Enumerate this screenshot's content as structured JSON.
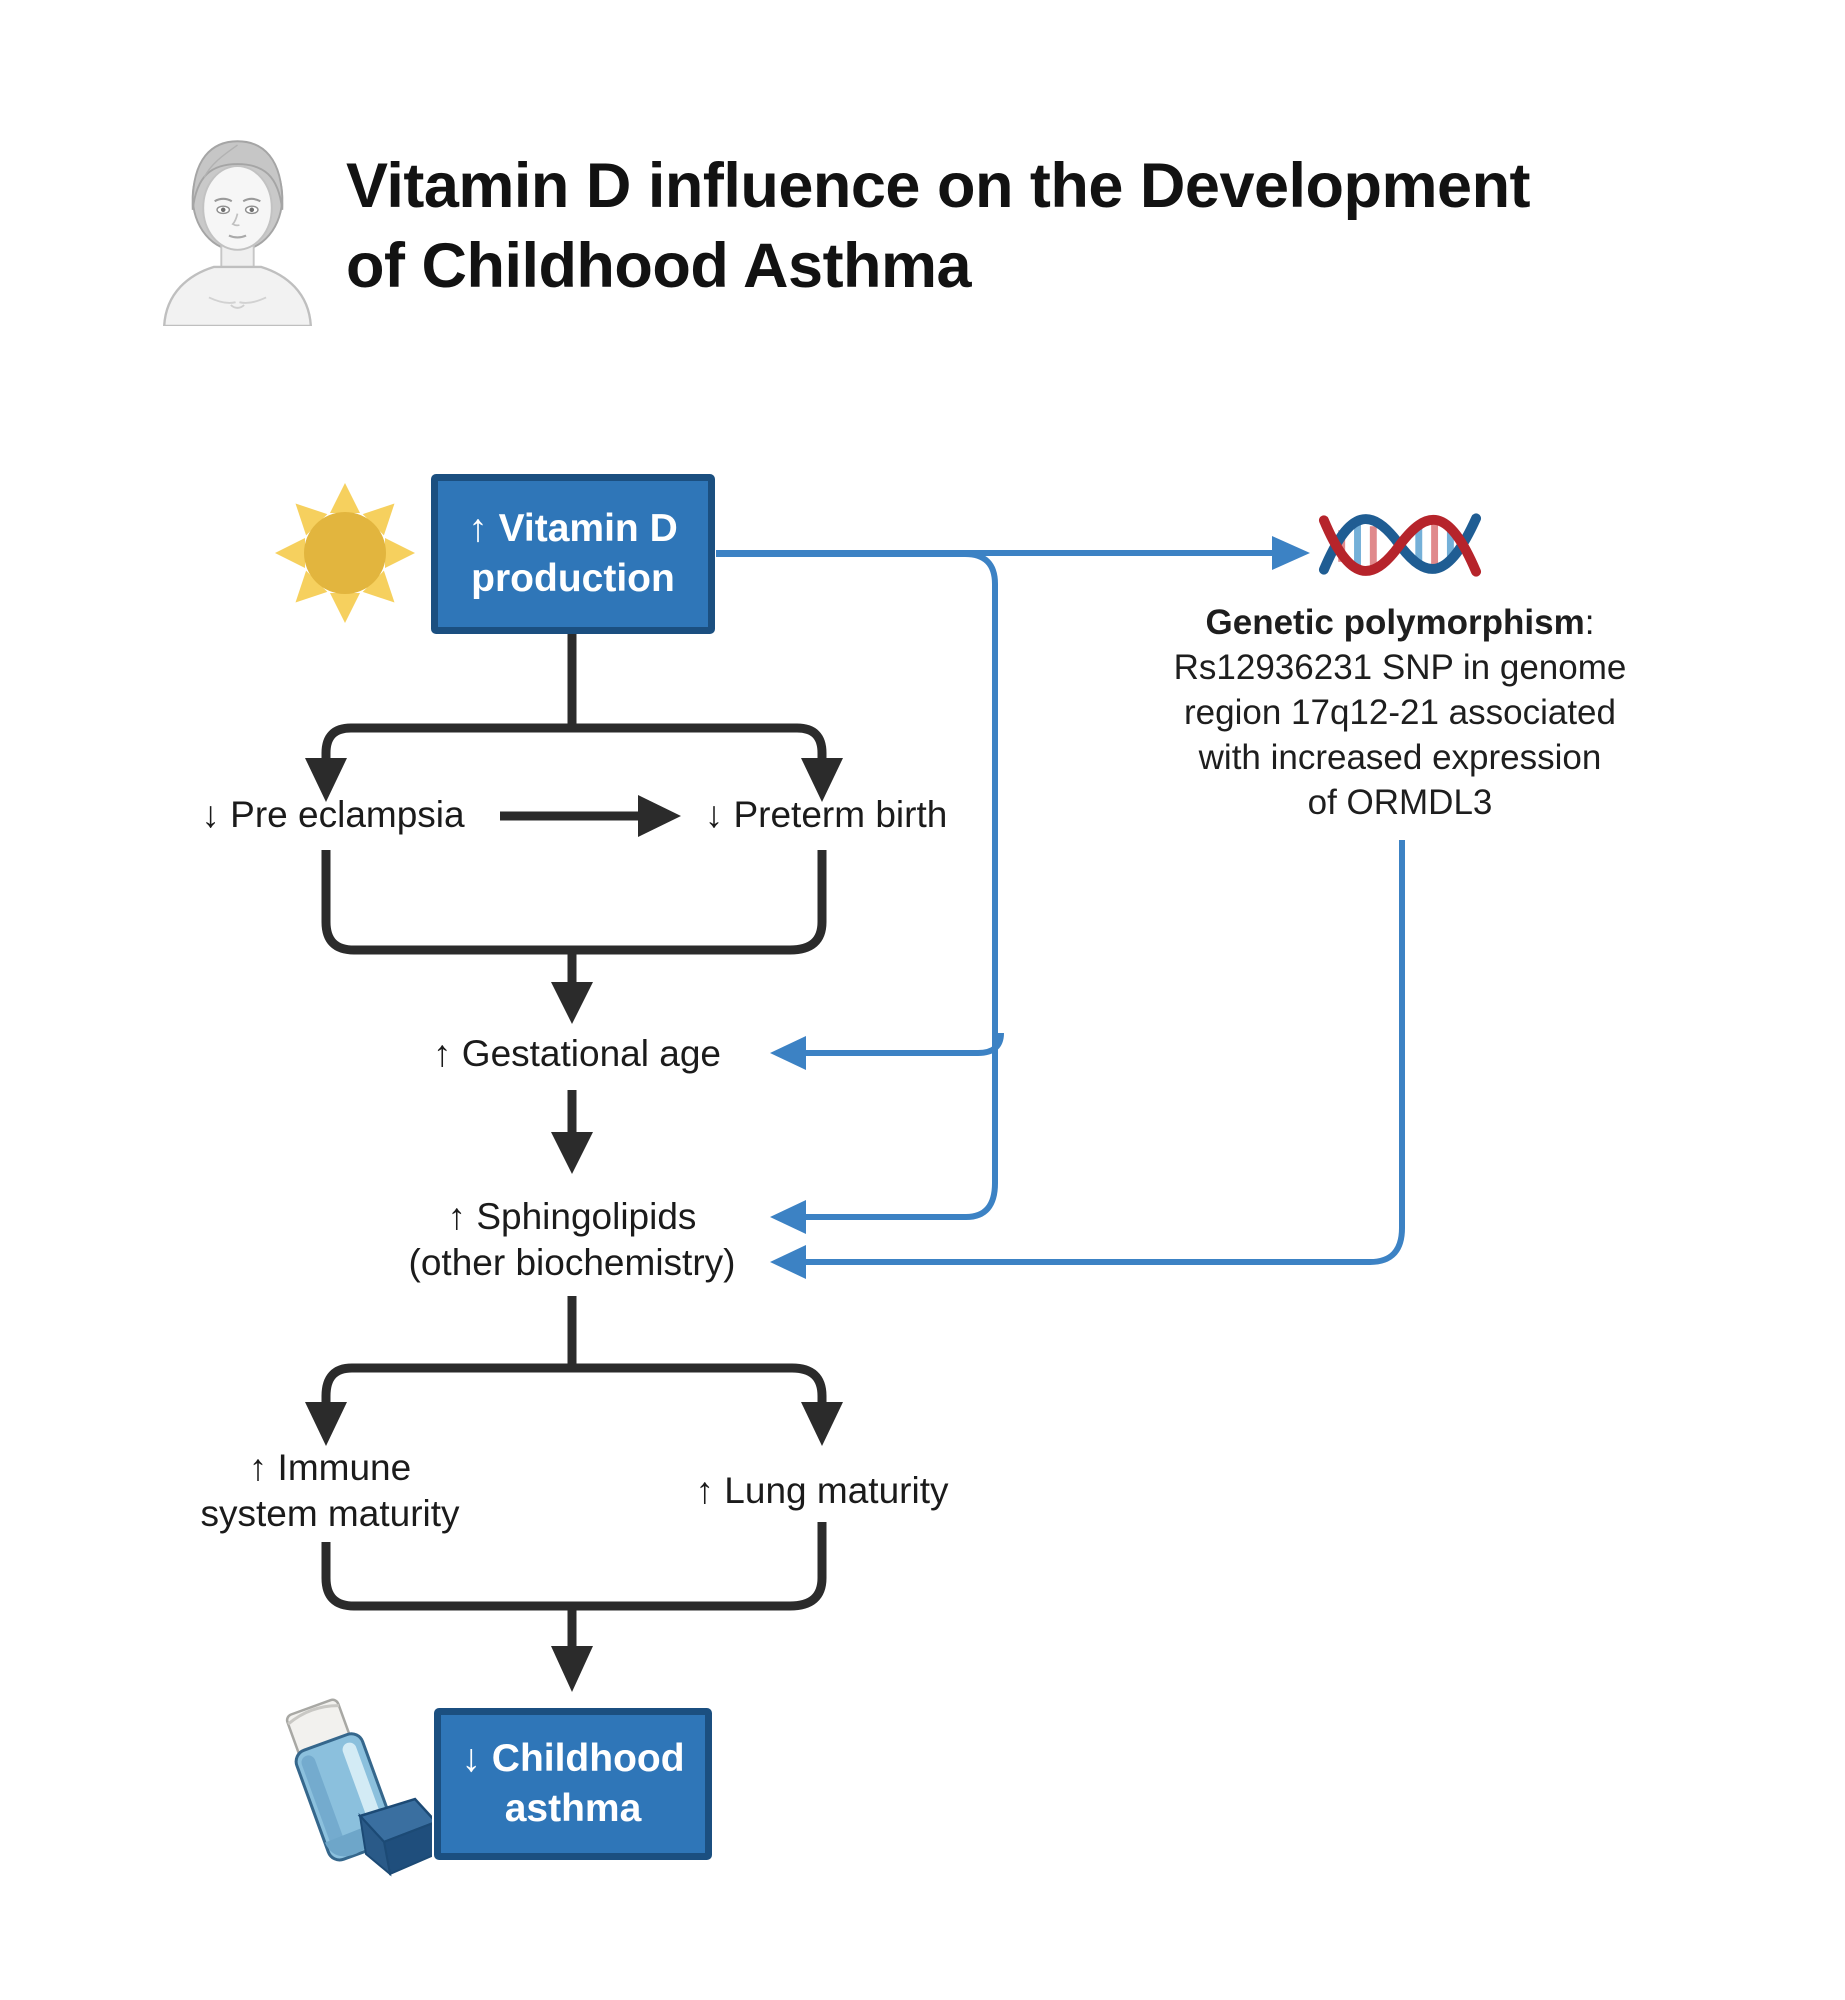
{
  "header": {
    "title_line1": "Vitamin D influence on the Development",
    "title_line2": "of Childhood Asthma"
  },
  "flow": {
    "vitamin_d_line1": "↑ Vitamin D",
    "vitamin_d_line2": "production",
    "pre_eclampsia": "↓ Pre eclampsia",
    "preterm_birth": "↓ Preterm birth",
    "gestational_age": "↑ Gestational age",
    "sphingolipids_line1": "↑ Sphingolipids",
    "sphingolipids_line2": "(other biochemistry)",
    "immune_line1": "↑ Immune",
    "immune_line2": "system maturity",
    "lung_maturity": "↑ Lung maturity",
    "childhood_asthma_line1": "↓ Childhood",
    "childhood_asthma_line2": "asthma"
  },
  "genetic_note": {
    "heading": "Genetic polymorphism",
    "heading_suffix": ":",
    "line1": "Rs12936231 SNP in genome",
    "line2": "region 17q12-21 associated",
    "line3": "with increased expression",
    "line4": "of ORMDL3"
  },
  "icons": {
    "avatar": "woman-avatar-icon",
    "sun": "sun-icon",
    "dna": "dna-icon",
    "inhaler": "inhaler-icon"
  },
  "colors": {
    "box_fill": "#2f76b8",
    "box_border": "#1b4f80",
    "flow_black": "#2b2b2b",
    "arrow_blue": "#3c82c4",
    "sun_core": "#e2b53e",
    "sun_rays": "#f6d05e",
    "dna_blue": "#1f5d93",
    "dna_red": "#b6242b",
    "text_dark": "#1b1b1b",
    "title_color": "#121212"
  }
}
